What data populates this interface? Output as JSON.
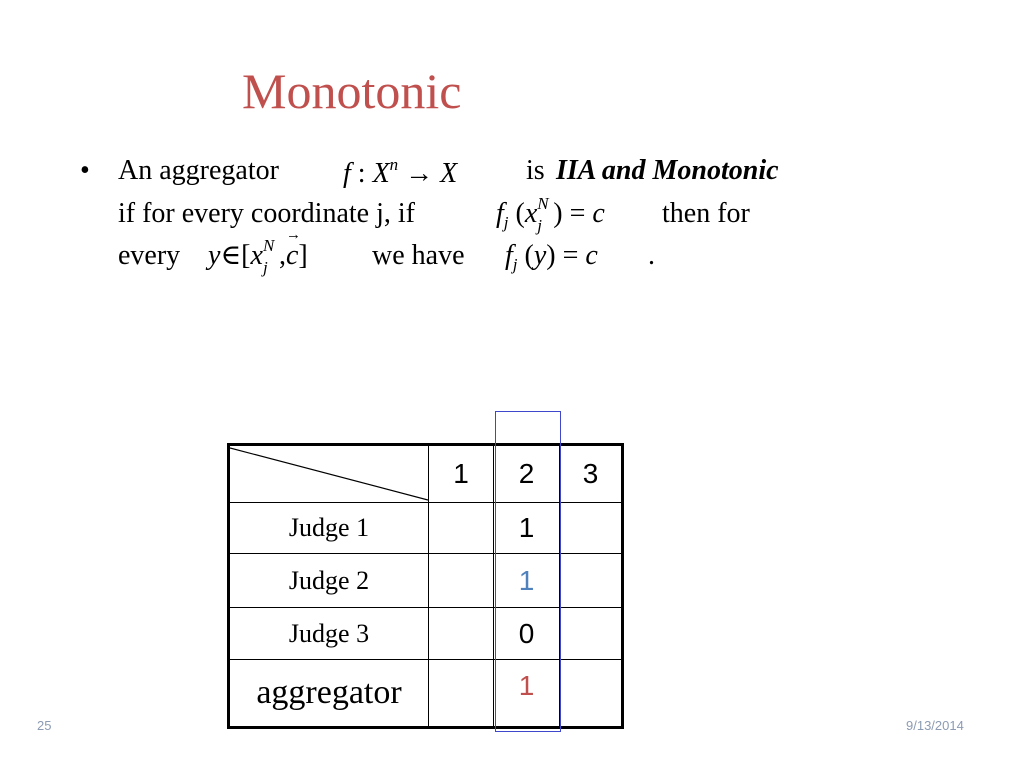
{
  "slide": {
    "title": "Monotonic",
    "bullet_symbol": "•",
    "line1": {
      "lead": "An aggregator",
      "math": {
        "f": "f",
        "colon": ":",
        "X": "X",
        "n": "n",
        "arrow": "→",
        "X2": "X"
      },
      "is": "is",
      "emphasis": "IIA and Monotonic"
    },
    "line2": {
      "lead": "if for every coordinate j, if",
      "math": {
        "f": "f",
        "j": "j",
        "open": "(",
        "x": "x",
        "N": "N",
        "j2": "j",
        "close": ")",
        "eq": "=",
        "c": "c"
      },
      "tail": "then for"
    },
    "line3": {
      "lead": "every",
      "math1": {
        "y": "y",
        "in": "∈",
        "open": "[",
        "x": "x",
        "N": "N",
        "j": "j",
        "comma": ",",
        "c": "c",
        "close": "]"
      },
      "mid": "we have",
      "math2": {
        "f": "f",
        "j": "j",
        "open": "(",
        "y": "y",
        "close": ")",
        "eq": "=",
        "c": "c"
      },
      "period": "."
    }
  },
  "table": {
    "columns": [
      "1",
      "2",
      "3"
    ],
    "rows": [
      {
        "label": "Judge 1",
        "values": [
          "",
          "1",
          ""
        ],
        "highlight_color": "#000000"
      },
      {
        "label": "Judge 2",
        "values": [
          "",
          "1",
          ""
        ],
        "highlight_color": "#4f81bd"
      },
      {
        "label": "Judge 3",
        "values": [
          "",
          "0",
          ""
        ],
        "highlight_color": "#000000"
      },
      {
        "label": "aggregator",
        "values": [
          "",
          "1",
          ""
        ],
        "highlight_color": "#c0504d"
      }
    ]
  },
  "colors": {
    "title": "#c0504d",
    "column_highlight_border": "#3f48cc",
    "footer": "#8c9bb3"
  },
  "footer": {
    "page_number": "25",
    "date": "9/13/2014"
  }
}
